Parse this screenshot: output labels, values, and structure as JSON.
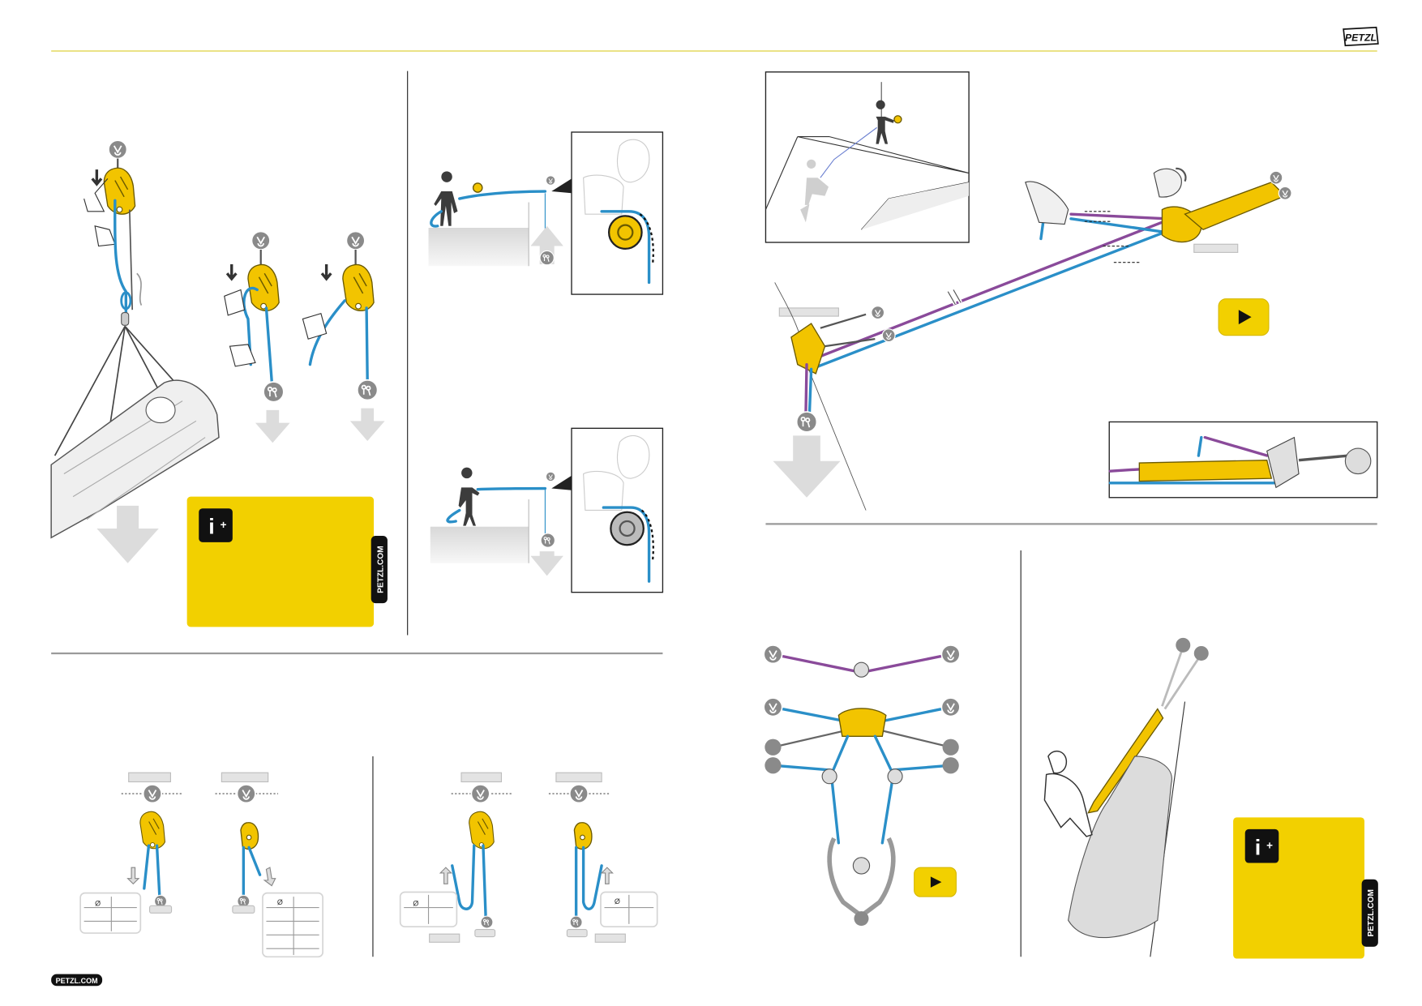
{
  "header": {
    "logo_text": "PETZL",
    "rule_color": "#e6dc6a"
  },
  "info_boxes": [
    {
      "icon": "info-plus-icon",
      "icon_letter": "i",
      "icon_plus": "+",
      "tab_label": "PETZL.COM"
    },
    {
      "icon": "info-plus-icon",
      "icon_letter": "i",
      "icon_plus": "+",
      "tab_label": "PETZL.COM"
    }
  ],
  "footer": {
    "site_badge": "PETZL.COM"
  },
  "tables": {
    "diameter_symbol": "Ø"
  },
  "colors": {
    "accent_yellow": "#f2d000",
    "rope_blue": "#2a8fc8",
    "rope_purple": "#8a4a9a",
    "anchor_gray": "#8a8a8a"
  },
  "play_buttons": [
    {
      "icon": "play-icon"
    },
    {
      "icon": "play-icon"
    }
  ]
}
